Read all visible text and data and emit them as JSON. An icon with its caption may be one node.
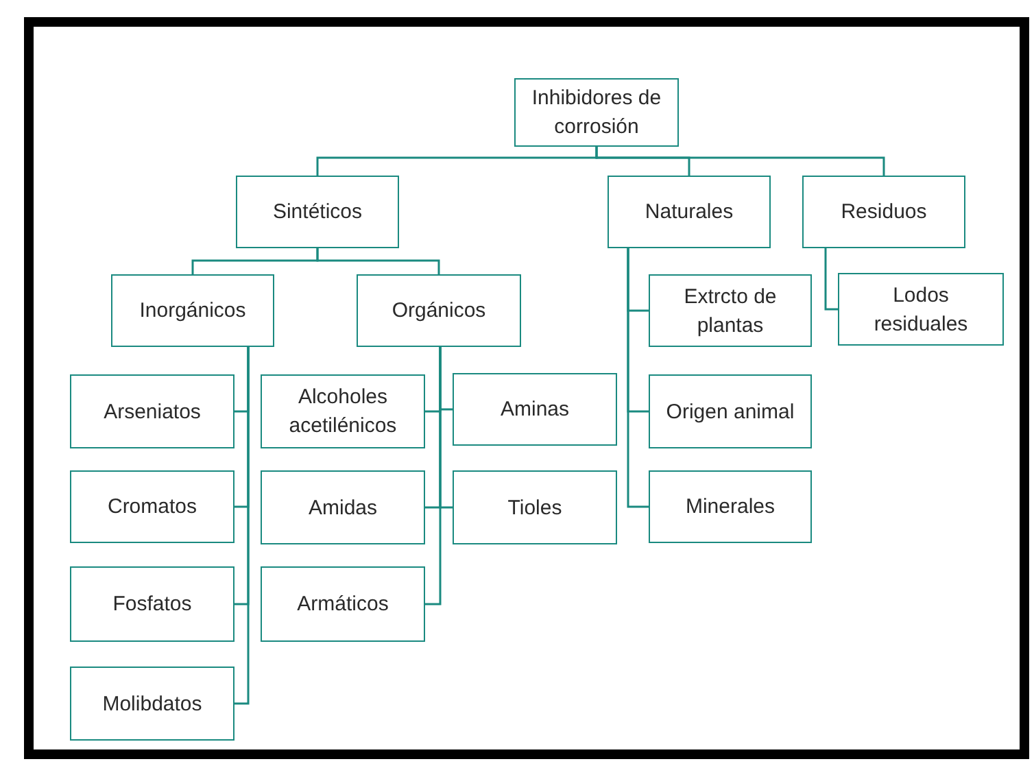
{
  "diagram": {
    "nodes": [
      {
        "text": [
          "Inhibidores de corrosión"
        ]
      },
      {
        "text": [
          "Sintéticos"
        ]
      },
      {
        "text": [
          "Naturales"
        ]
      },
      {
        "text": [
          "Residuos"
        ]
      },
      {
        "text": [
          "Inorgánicos"
        ]
      },
      {
        "text": [
          "Orgánicos"
        ]
      },
      {
        "text": [
          "Extrcto de plantas"
        ]
      },
      {
        "text": [
          "Lodos residuales"
        ]
      },
      {
        "text": [
          "Arseniatos"
        ]
      },
      {
        "text": [
          "Alcoholes acetilénicos"
        ]
      },
      {
        "text": [
          "Aminas"
        ]
      },
      {
        "text": [
          "Origen animal"
        ]
      },
      {
        "text": [
          "Cromatos"
        ]
      },
      {
        "text": [
          "Amidas"
        ]
      },
      {
        "text": [
          "Tioles"
        ]
      },
      {
        "text": [
          "Minerales"
        ]
      },
      {
        "text": [
          "Fosfatos"
        ]
      },
      {
        "text": [
          "Armáticos"
        ]
      },
      {
        "text": [
          "Molibdatos"
        ]
      }
    ],
    "edges": [
      {
        "from": 0,
        "to": 1,
        "arrow": "none"
      },
      {
        "from": 0,
        "to": 2,
        "arrow": "none"
      },
      {
        "from": 0,
        "to": 3,
        "arrow": "none"
      },
      {
        "from": 1,
        "to": 4,
        "arrow": "none"
      },
      {
        "from": 1,
        "to": 5,
        "arrow": "none"
      },
      {
        "from": 4,
        "to": 8,
        "arrow": "none"
      },
      {
        "from": 4,
        "to": 12,
        "arrow": "none"
      },
      {
        "from": 4,
        "to": 16,
        "arrow": "none"
      },
      {
        "from": 4,
        "to": 18,
        "arrow": "none"
      },
      {
        "from": 5,
        "to": 9,
        "arrow": "none"
      },
      {
        "from": 5,
        "to": 10,
        "arrow": "none"
      },
      {
        "from": 5,
        "to": 13,
        "arrow": "none"
      },
      {
        "from": 5,
        "to": 14,
        "arrow": "none"
      },
      {
        "from": 5,
        "to": 17,
        "arrow": "none"
      },
      {
        "from": 2,
        "to": 6,
        "arrow": "none"
      },
      {
        "from": 2,
        "to": 11,
        "arrow": "none"
      },
      {
        "from": 2,
        "to": 15,
        "arrow": "none"
      },
      {
        "from": 3,
        "to": 7,
        "arrow": "none"
      }
    ]
  }
}
